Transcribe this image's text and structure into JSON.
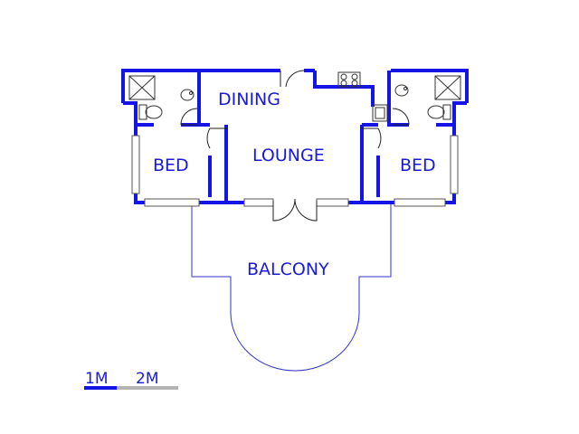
{
  "rooms": {
    "dining": "DINING",
    "lounge": "LOUNGE",
    "bed_left": "BED",
    "bed_right": "BED",
    "balcony": "BALCONY"
  },
  "scale": {
    "first": "1M",
    "second": "2M"
  },
  "colors": {
    "wall": "#1414e6",
    "label": "#1a1ad6",
    "scale_bar_primary": "#1414e6",
    "scale_bar_secondary": "#b4b4b4"
  }
}
